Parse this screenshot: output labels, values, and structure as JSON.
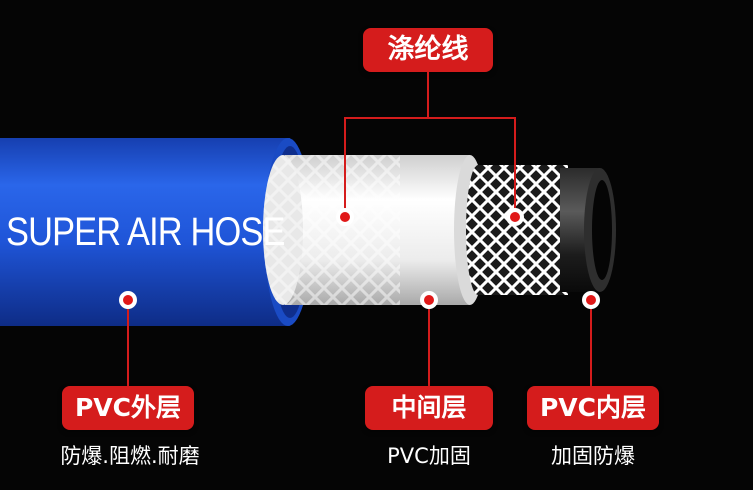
{
  "product": {
    "hose_text": "SUPER AIR HOSE"
  },
  "callouts": {
    "top": {
      "label": "涤纶线"
    },
    "outer": {
      "label": "PVC外层",
      "desc": "防爆.阻燃.耐磨"
    },
    "middle": {
      "label": "中间层",
      "desc": "PVC加固"
    },
    "inner": {
      "label": "PVC内层",
      "desc": "加固防爆"
    }
  },
  "colors": {
    "background": "#050505",
    "outer_layer": "#1f55d8",
    "middle_layer": "#f2f2f2",
    "inner_layer": "#1a1a1a",
    "accent": "#d51c1c"
  }
}
